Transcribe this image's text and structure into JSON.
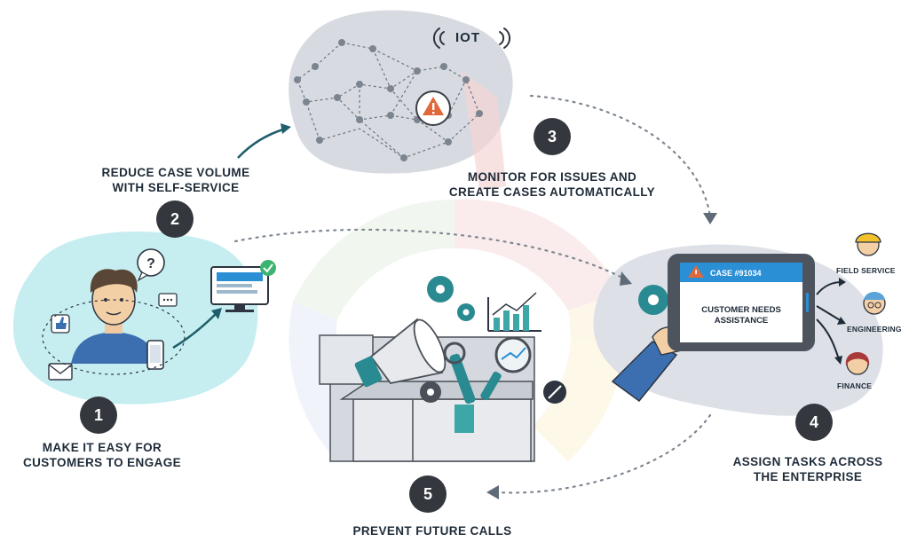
{
  "steps": [
    {
      "number": "1",
      "label_line1": "MAKE IT EASY FOR",
      "label_line2": "CUSTOMERS TO ENGAGE"
    },
    {
      "number": "2",
      "label_line1": "REDUCE CASE VOLUME",
      "label_line2": "WITH SELF-SERVICE"
    },
    {
      "number": "3",
      "label_line1": "MONITOR FOR ISSUES AND",
      "label_line2": "CREATE CASES AUTOMATICALLY"
    },
    {
      "number": "4",
      "label_line1": "ASSIGN TASKS ACROSS",
      "label_line2": "THE ENTERPRISE"
    },
    {
      "number": "5",
      "label_line1": "PREVENT FUTURE CALLS",
      "label_line2": ""
    }
  ],
  "iot_label": "IOT",
  "question_mark": "?",
  "tablet": {
    "case_label": "CASE #91034",
    "message_line1": "CUSTOMER NEEDS",
    "message_line2": "ASSISTANCE"
  },
  "departments": [
    "FIELD SERVICE",
    "ENGINEERING",
    "FINANCE"
  ],
  "colors": {
    "teal_blob": "#c6eef0",
    "gray_blob": "#d7dbe1",
    "dark_circle": "#34373d",
    "accent_teal": "#2a8a92",
    "arrow_dark": "#1f5e6a",
    "warning_orange": "#e0683a",
    "tablet_blue": "#2b8fd6",
    "check_green": "#3cb371"
  },
  "icons": [
    "iot-wifi-icon",
    "warning-icon",
    "question-icon",
    "chat-icon",
    "thumbs-up-icon",
    "envelope-icon",
    "phone-icon",
    "computer-icon",
    "checkmark-icon",
    "gear-icon",
    "bar-chart-icon",
    "megaphone-icon",
    "wrench-icon",
    "magnifier-icon",
    "toolbox-icon",
    "tablet-icon"
  ]
}
